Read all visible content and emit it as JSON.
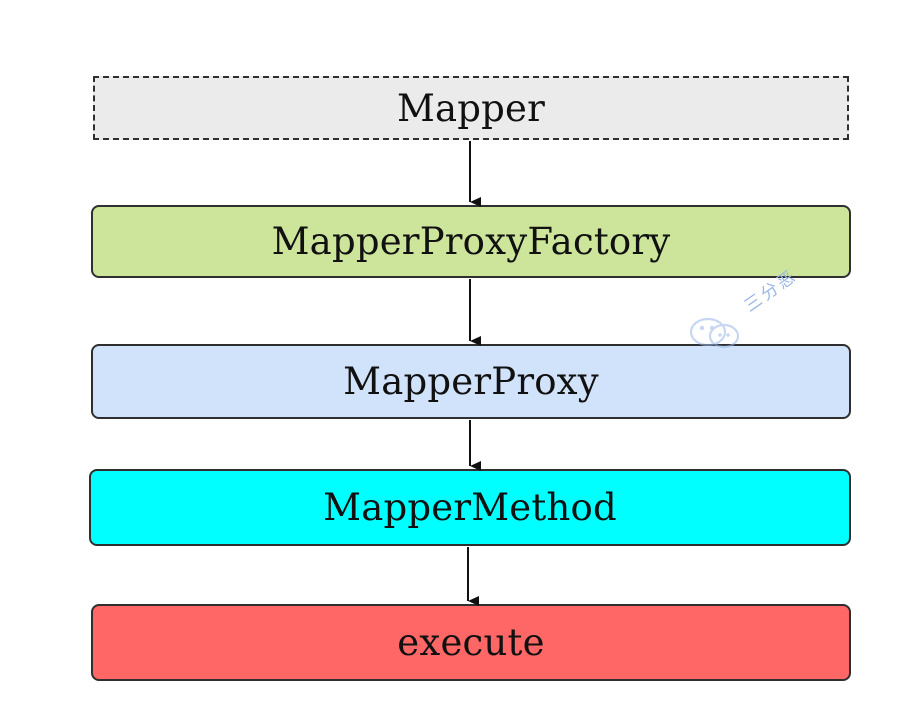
{
  "diagram": {
    "nodes": [
      {
        "id": "mapper",
        "label": "Mapper",
        "fill": "#ebebeb",
        "style": "dashed"
      },
      {
        "id": "factory",
        "label": "MapperProxyFactory",
        "fill": "#cde59b",
        "style": "solid"
      },
      {
        "id": "proxy",
        "label": "MapperProxy",
        "fill": "#d1e3fb",
        "style": "solid"
      },
      {
        "id": "method",
        "label": "MapperMethod",
        "fill": "#00ffff",
        "style": "solid"
      },
      {
        "id": "execute",
        "label": "execute",
        "fill": "#ff6666",
        "style": "solid"
      }
    ],
    "edges": [
      {
        "from": "mapper",
        "to": "factory"
      },
      {
        "from": "factory",
        "to": "proxy"
      },
      {
        "from": "proxy",
        "to": "method"
      },
      {
        "from": "method",
        "to": "execute"
      }
    ]
  },
  "watermark": {
    "text": "三分恶",
    "icon": "wechat-icon",
    "color": "#9bb7e6"
  }
}
